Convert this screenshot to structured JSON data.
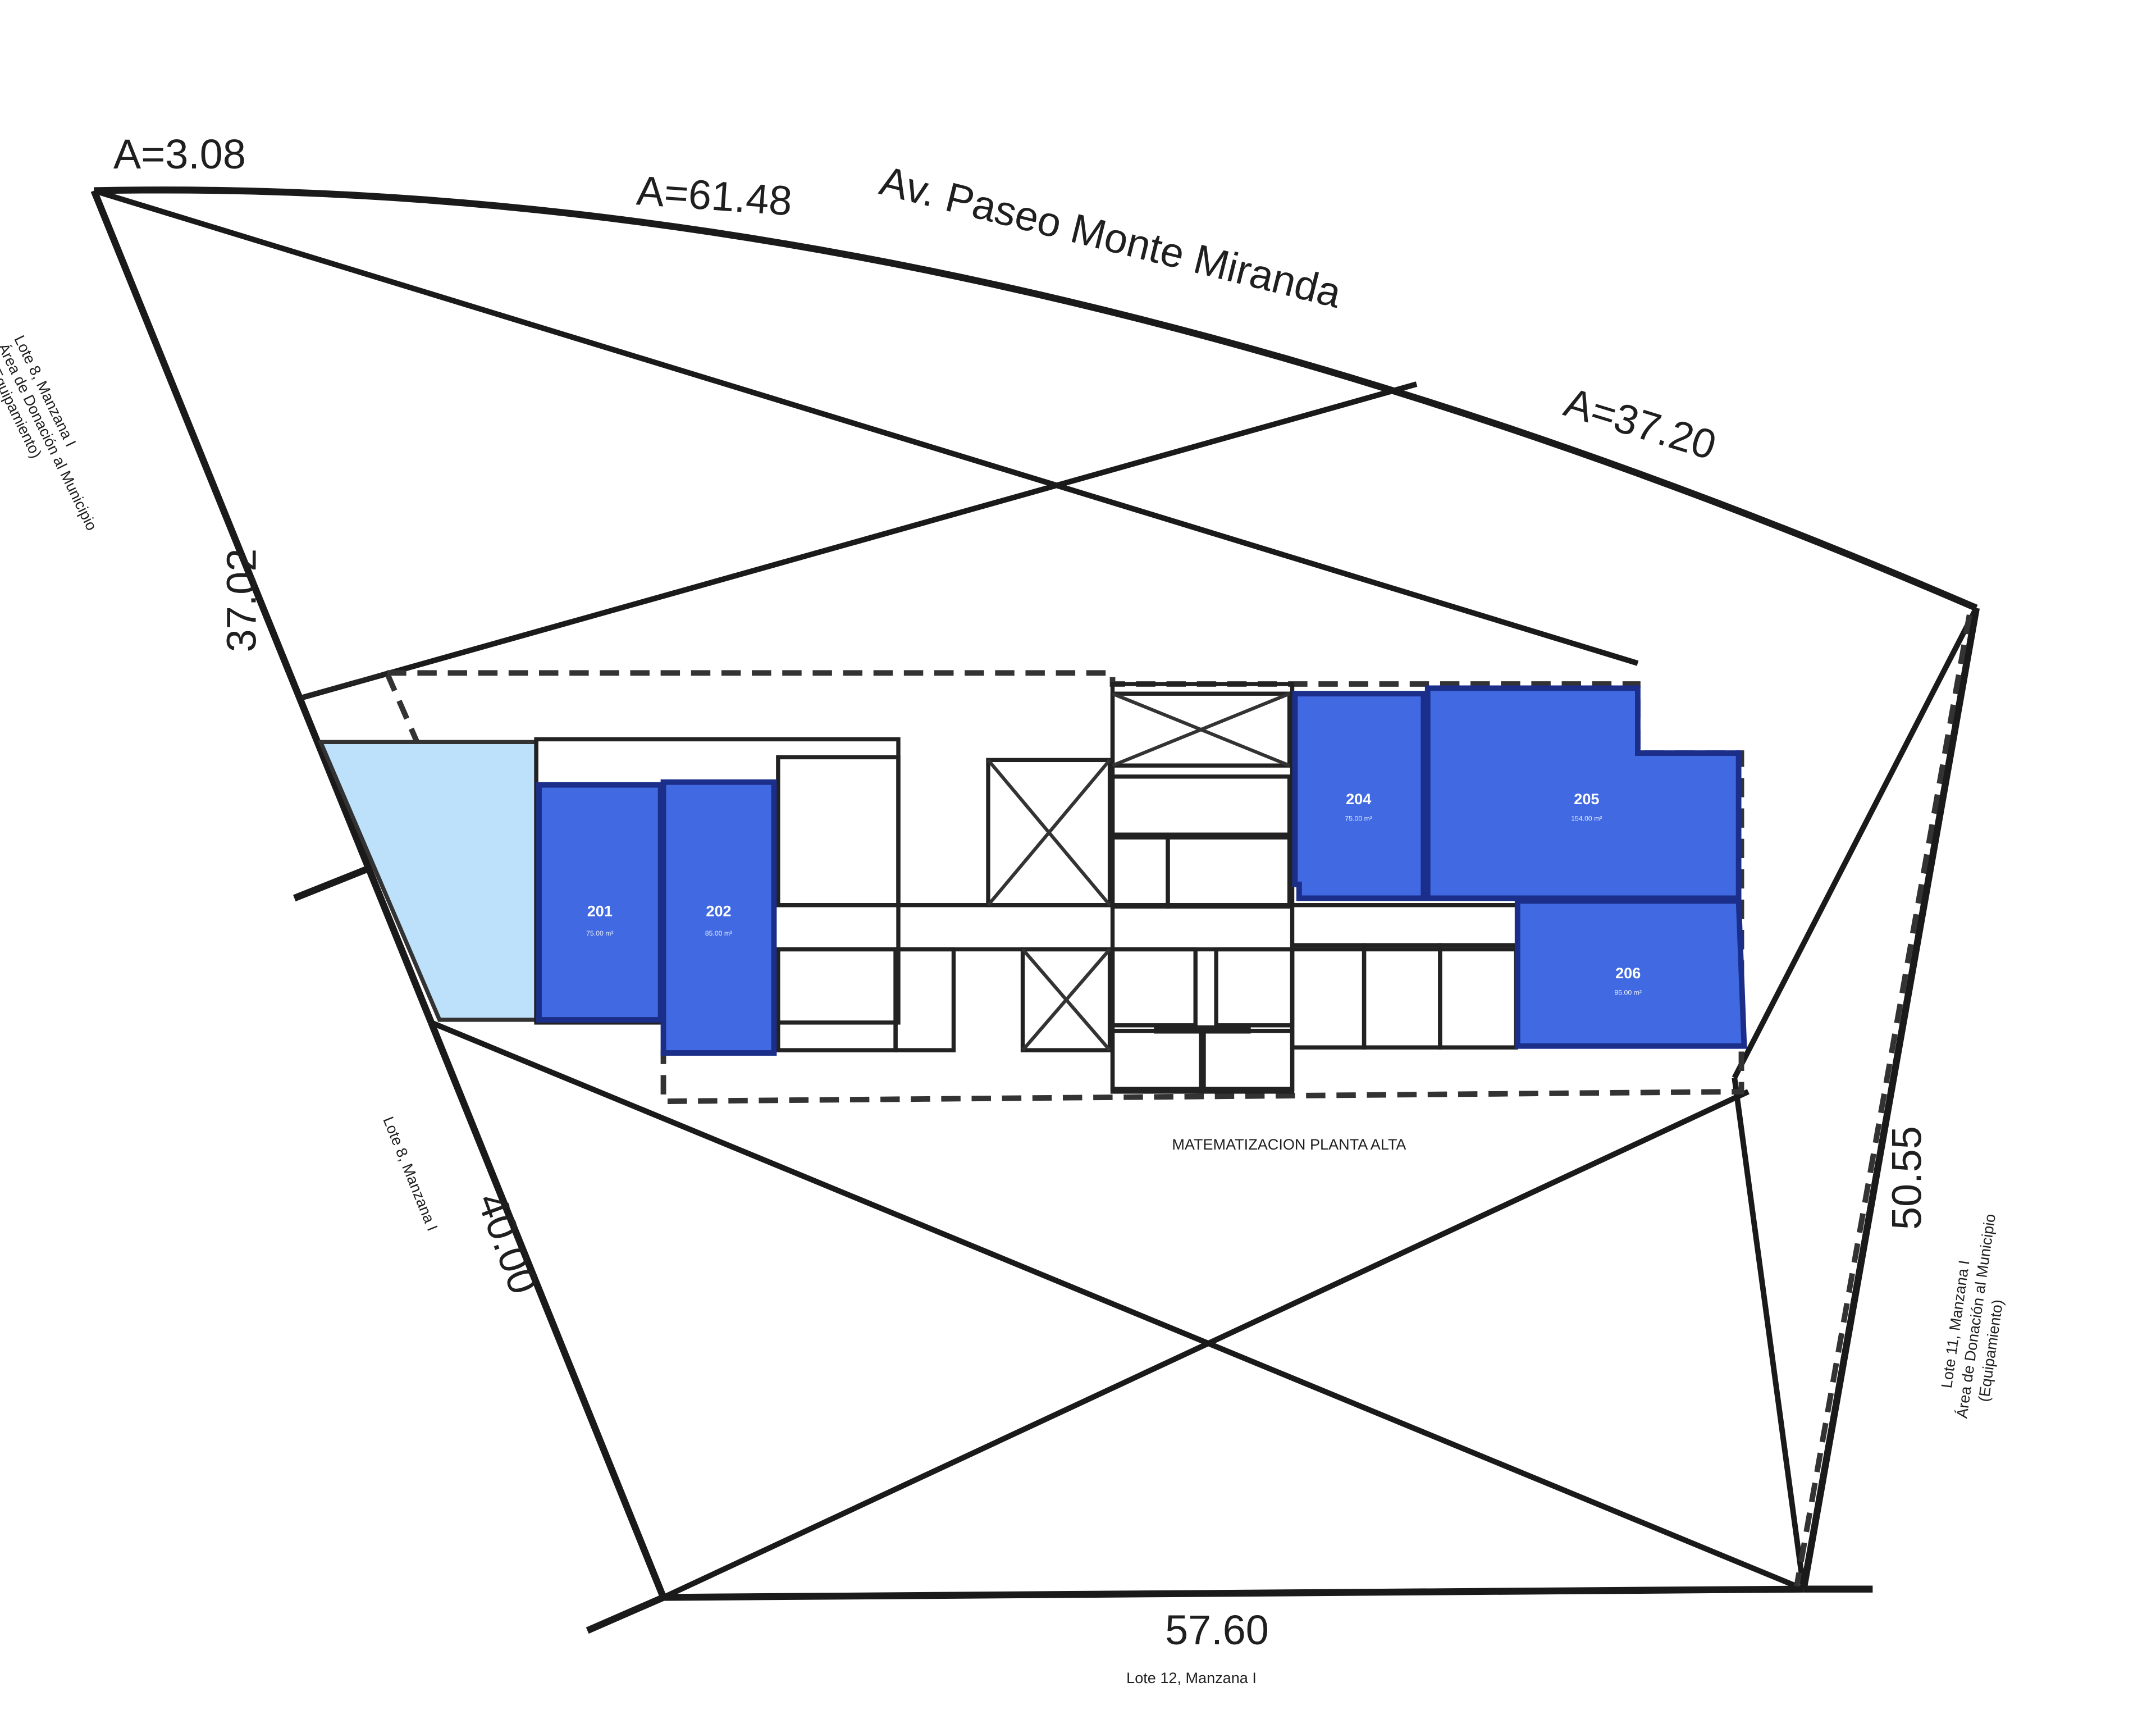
{
  "street_name": "Av. Paseo Monte Miranda",
  "arc_labels": [
    "A=3.08",
    "A=61.48",
    "A=37.20"
  ],
  "side_dimensions": {
    "left_upper": "37.02",
    "left_lower": "40.00",
    "bottom": "57.60",
    "right": "50.55"
  },
  "neighbor_labels": {
    "left_upper": [
      "Lote 8, Manzana I",
      "Área de Donación al Municipio",
      "(Equipamiento)"
    ],
    "left_lower": [
      "Lote 8, Manzana I"
    ],
    "right": [
      "Lote 11, Manzana I",
      "Área de Donación al Municipio",
      "(Equipamiento)"
    ],
    "bottom": "Lote 12, Manzana I"
  },
  "plan_title": "MATEMATIZACION PLANTA ALTA",
  "units": [
    {
      "number": "201",
      "area": "75.00 m²"
    },
    {
      "number": "202",
      "area": "85.00 m²"
    },
    {
      "number": "204",
      "area": "75.00 m²"
    },
    {
      "number": "205",
      "area": "154.00 m²"
    },
    {
      "number": "206",
      "area": "95.00 m²"
    }
  ],
  "colors": {
    "unit_fill": "#4169e1",
    "terrace_fill": "#bde0fb",
    "line": "#1a1a1a"
  }
}
